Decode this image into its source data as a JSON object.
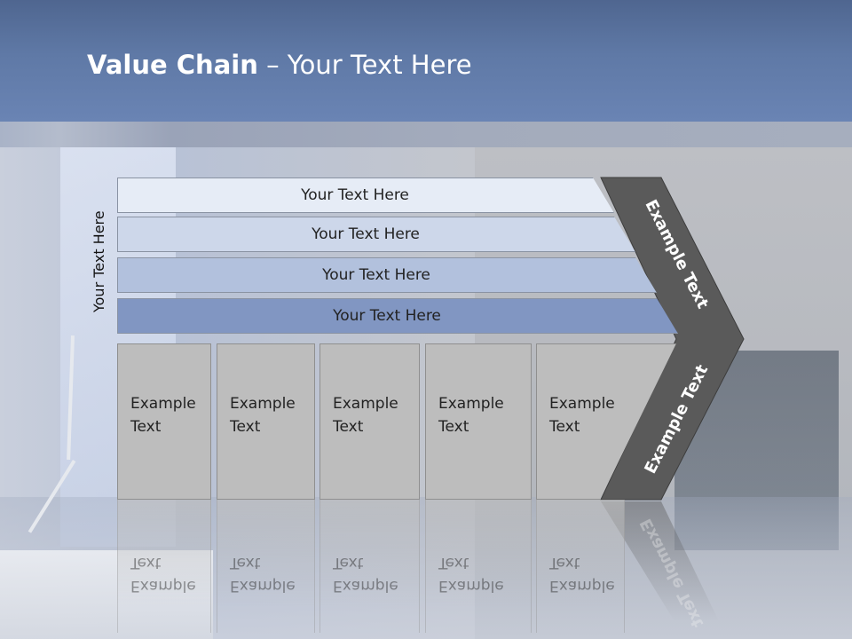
{
  "slide": {
    "title_bold": "Value Chain",
    "title_rest": " – Your Text Here"
  },
  "side_label": "Your Text Here",
  "bars": [
    {
      "label": "Your Text Here",
      "color": "#e6ecf6"
    },
    {
      "label": "Your Text Here",
      "color": "#cdd7ea"
    },
    {
      "label": "Your Text Here",
      "color": "#b2c1dd"
    },
    {
      "label": "Your Text Here",
      "color": "#8196c2"
    }
  ],
  "boxes": [
    {
      "label": "Example Text"
    },
    {
      "label": "Example Text"
    },
    {
      "label": "Example Text"
    },
    {
      "label": "Example Text"
    },
    {
      "label": "Example Text"
    }
  ],
  "chevron": {
    "top_label": "Example Text",
    "bottom_label": "Example Text",
    "color": "#5a5a5a"
  }
}
